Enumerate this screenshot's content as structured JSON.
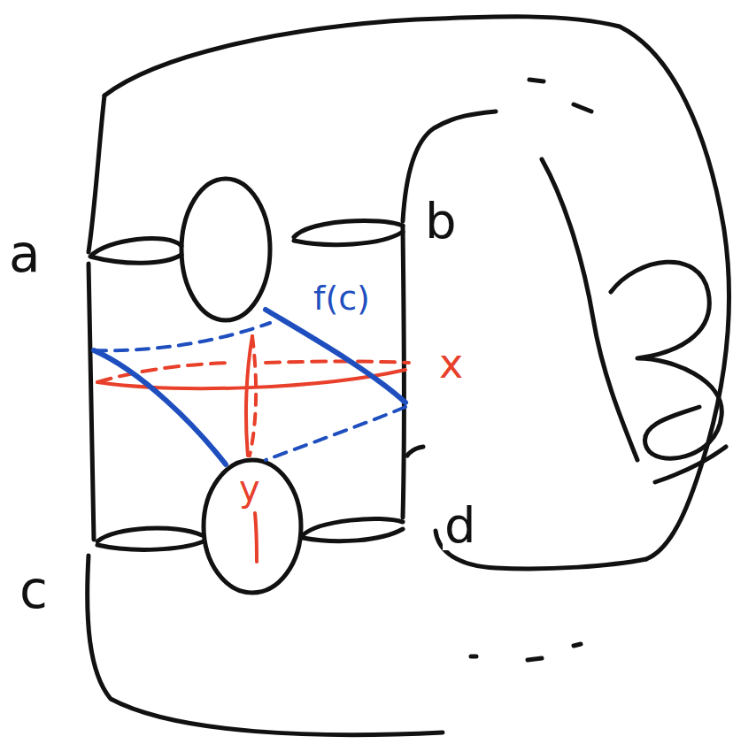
{
  "diagram": {
    "labels": [
      "a",
      "b",
      "f(c)",
      "x",
      "y",
      "c",
      "d"
    ]
  }
}
